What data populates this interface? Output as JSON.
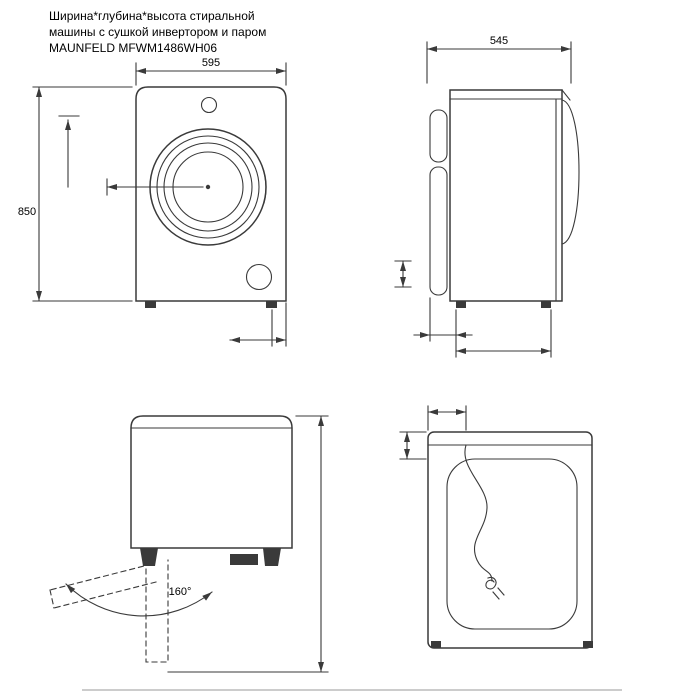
{
  "title": {
    "line1": "Ширина*глубина*высота стиральной",
    "line2": "машины с сушкой инвертором и паром",
    "line3": "MAUNFELD MFWM1486WH06"
  },
  "dimensions": {
    "width_mm": "595",
    "depth_mm": "545",
    "height_mm": "850",
    "door_open_angle": "160°"
  },
  "colors": {
    "line": "#3a3a3a"
  }
}
